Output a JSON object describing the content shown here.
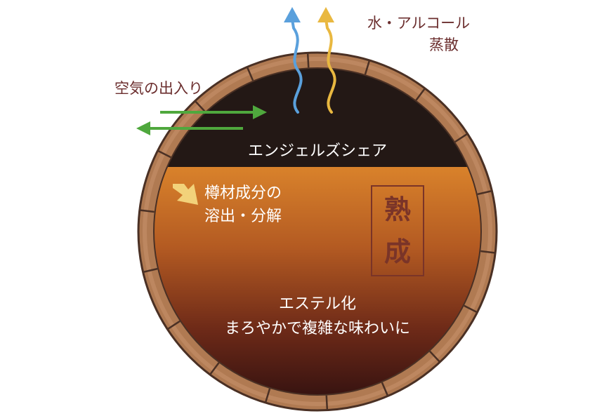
{
  "labels": {
    "evaporation_line1": "水・アルコール",
    "evaporation_line2": "蒸散",
    "air_exchange": "空気の出入り",
    "angels_share": "エンジェルズシェア",
    "extraction_line1": "樽材成分の",
    "extraction_line2": "溶出・分解",
    "maturation_char1": "熟",
    "maturation_char2": "成",
    "ester_line1": "エステル化",
    "ester_line2": "まろやかで複雑な味わいに"
  },
  "colors": {
    "barrel_wood": "#b07a52",
    "barrel_wood_light": "#c6906a",
    "barrel_outline": "#5a3a2a",
    "headspace": "#231815",
    "liquid_top": "#d9822b",
    "liquid_bottom": "#3a1410",
    "arrow_blue": "#5aa0dc",
    "arrow_yellow": "#e9b840",
    "arrow_green": "#4fa83d",
    "label_text": "#6b2e2e"
  }
}
